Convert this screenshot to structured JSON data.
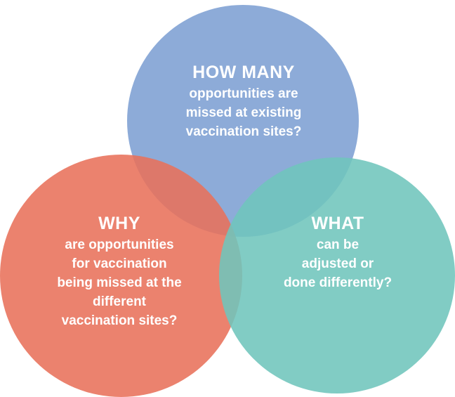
{
  "diagram": {
    "circles": {
      "top": {
        "heading": "HOW MANY",
        "body": "opportunities are\nmissed at existing\nvaccination sites?",
        "color": "#7d9fd3"
      },
      "left": {
        "heading": "WHY",
        "body": "are opportunities\nfor vaccination\nbeing missed at the\ndifferent\nvaccination sites?",
        "color": "#e8715a"
      },
      "right": {
        "heading": "WHAT",
        "body": "can be\nadjusted or\ndone differently?",
        "color": "#6fc5bc"
      }
    },
    "text_color": "#ffffff"
  }
}
